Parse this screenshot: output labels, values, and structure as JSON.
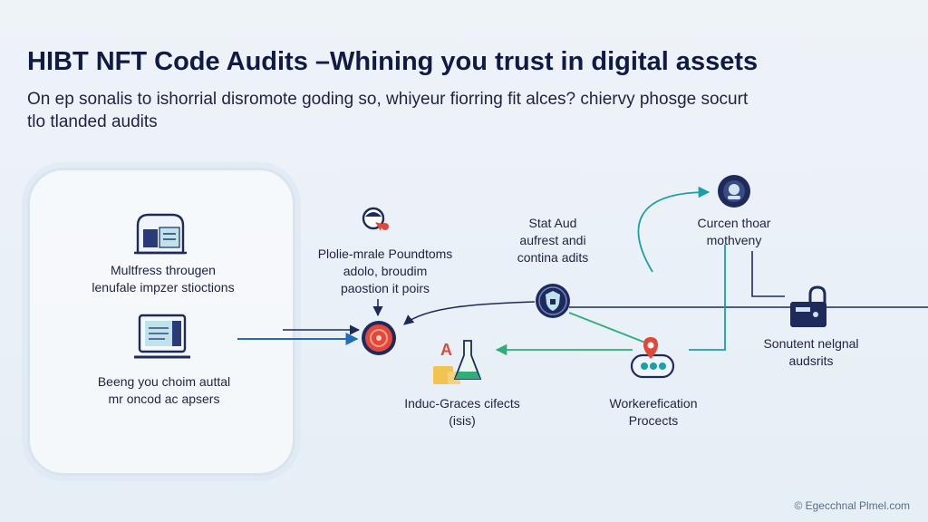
{
  "header": {
    "title": "HIBT NFT Code Audits –Whining you trust in digital assets",
    "subtitle_line1": "On ep sonalis to ishorrial disromote goding so, whiyeur fiorring fit alces? chiervy phosge socurt",
    "subtitle_line2": "tlo tlanded audits"
  },
  "nodes": {
    "left_top": {
      "line1": "Multfress througen",
      "line2": "lenufale impzer stioctions",
      "icon": "document-window-icon"
    },
    "left_bottom": {
      "line1": "Beeng you choim auttal",
      "line2": "mr oncod ac apsers",
      "icon": "laptop-scan-icon"
    },
    "center_top": {
      "line1": "Plolie-mrale Poundtoms",
      "line2": "adolo, broudim",
      "line3": "paostion it poirs",
      "icon": "helmet-icon"
    },
    "center_hub": {
      "icon": "target-badge-icon"
    },
    "stat": {
      "line1": "Stat Aud",
      "line2": "aufrest andi",
      "line3": "contina adits",
      "icon": "shield-badge-icon"
    },
    "crystals": {
      "line1": "Induc-Graces cifects",
      "line2": "(isis)",
      "icon": "flask-crystals-icon"
    },
    "worker": {
      "line1": "Workerefication",
      "line2": "Procects",
      "icon": "location-pin-icon"
    },
    "curren": {
      "line1": "Curcen thoar",
      "line2": "mothveny",
      "icon": "eye-badge-icon"
    },
    "sonutent": {
      "line1": "Sonutent nelgnal",
      "line2": "audsrits",
      "icon": "padlock-icon"
    }
  },
  "footer": {
    "credit": "© Egecchnal Plmel.com"
  },
  "colors": {
    "navy": "#1e2a5c",
    "teal": "#1aa0a8",
    "green": "#2fae7a",
    "red": "#e2473a",
    "blue_line": "#1f6fb8",
    "title": "#111a44"
  }
}
